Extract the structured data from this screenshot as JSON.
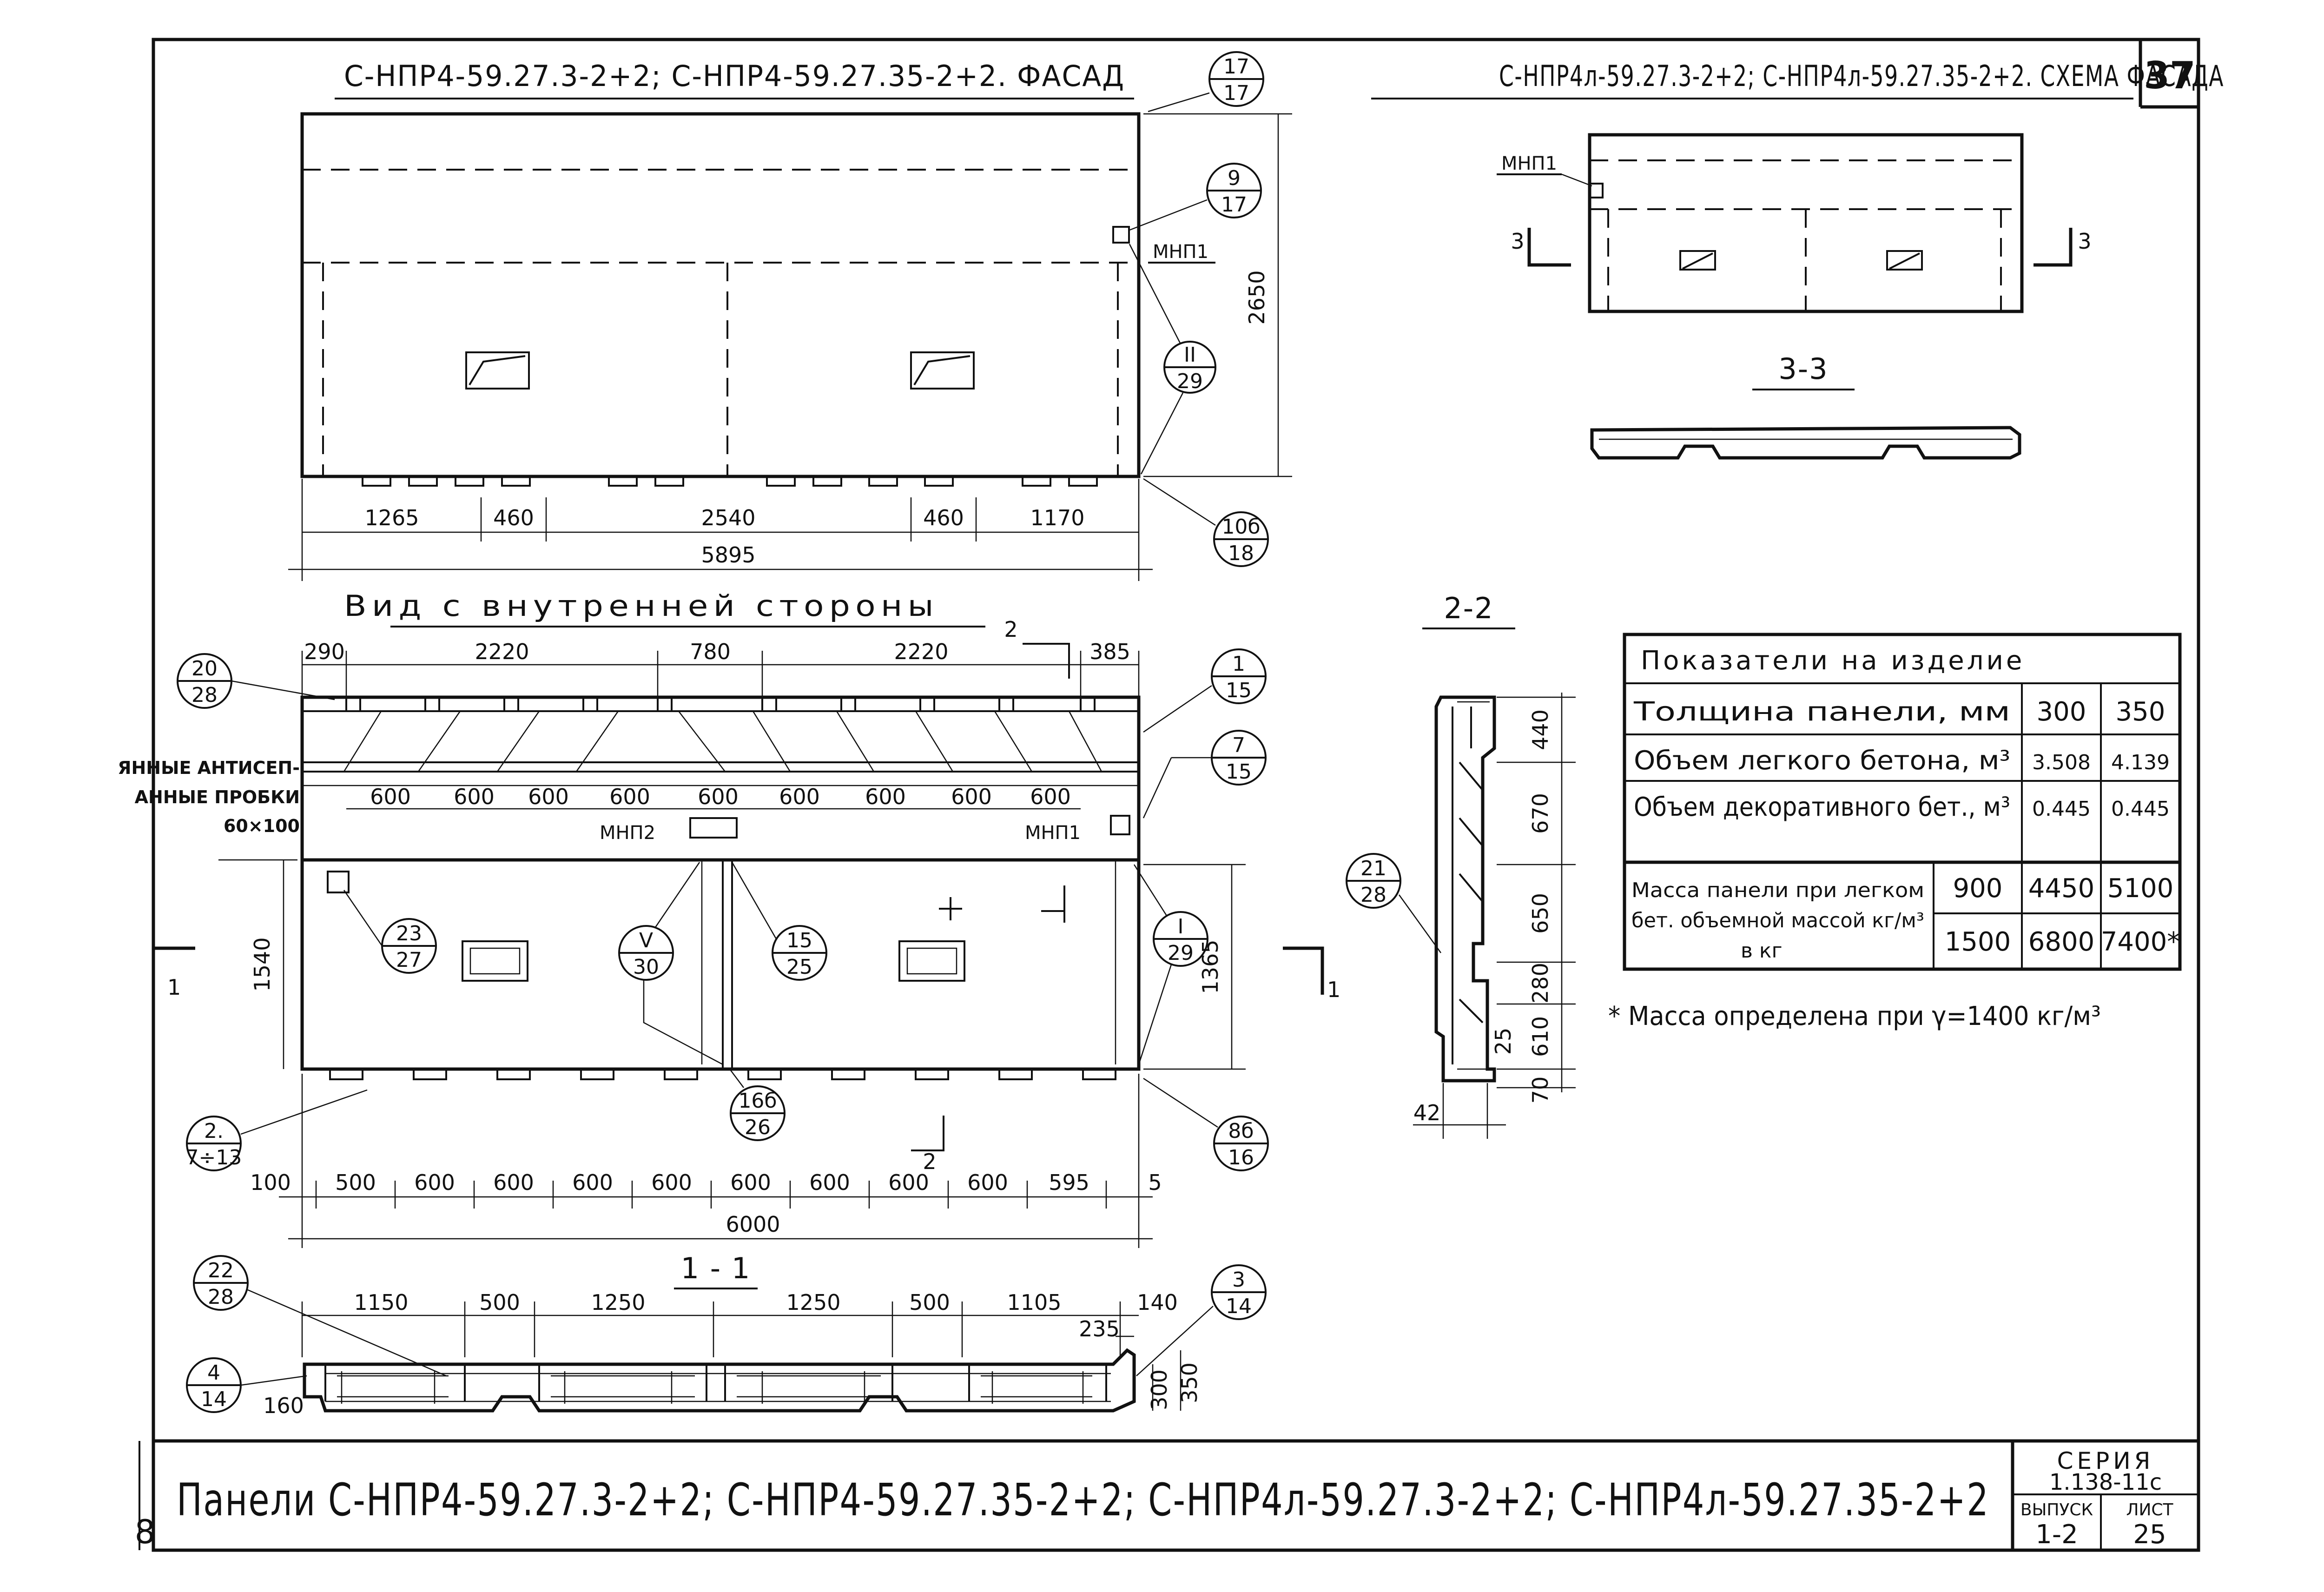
{
  "sheet": {
    "page_number": "37",
    "main_title": "Панели С-НПР4-59.27.3-2+2; С-НПР4-59.27.35-2+2; С-НПР4л-59.27.3-2+2; С-НПР4л-59.27.35-2+2",
    "series_label": "СЕРИЯ",
    "series_value": "1.138-11с",
    "issue_label": "ВЫПУСК",
    "issue_value": "1-2",
    "list_label": "ЛИСТ",
    "list_value": "25",
    "side_mark": "8"
  },
  "facade": {
    "title": "С-НПР4-59.27.3-2+2; С-НПР4-59.27.35-2+2. ФАСАД",
    "height_dim": "2650",
    "bottom_dims": [
      "1265",
      "460",
      "2540",
      "460",
      "1170"
    ],
    "total_dim": "5895",
    "mnp1": "МНП1",
    "callouts": [
      {
        "top": "17",
        "bottom": "17"
      },
      {
        "top": "9",
        "bottom": "17"
      },
      {
        "top": "II",
        "bottom": "29"
      },
      {
        "top": "10б",
        "bottom": "18"
      }
    ]
  },
  "inner_view": {
    "title": "Вид с внутренней стороны",
    "top_dims": [
      "290",
      "2220",
      "780",
      "2220",
      "385"
    ],
    "pitch_dims": [
      "600",
      "600",
      "600",
      "600",
      "600",
      "600",
      "600",
      "600",
      "600"
    ],
    "left_note": [
      "ЯННЫЕ АНТИСЕП-",
      "АННЫЕ ПРОБКИ",
      "60×100"
    ],
    "mnp2": "МНП2",
    "mnp1": "МНП1",
    "height_dim_left": "1540",
    "height_dim_right": "1365",
    "bottom_dims": [
      "100",
      "500",
      "600",
      "600",
      "600",
      "600",
      "600",
      "600",
      "600",
      "600",
      "595",
      "5"
    ],
    "total_dim": "6000",
    "section_mark": "2",
    "section_1": "1",
    "callouts": [
      {
        "top": "20",
        "bottom": "28"
      },
      {
        "top": "1",
        "bottom": "15"
      },
      {
        "top": "7",
        "bottom": "15"
      },
      {
        "top": "23",
        "bottom": "27"
      },
      {
        "top": "V",
        "bottom": "30"
      },
      {
        "top": "15",
        "bottom": "25"
      },
      {
        "top": "I",
        "bottom": "29"
      },
      {
        "top": "2.",
        "bottom": "7÷13"
      },
      {
        "top": "16б",
        "bottom": "26"
      },
      {
        "top": "8б",
        "bottom": "16"
      }
    ]
  },
  "section_1_1": {
    "title": "1 - 1",
    "top_dims": [
      "1150",
      "500",
      "1250",
      "1250",
      "500",
      "1105"
    ],
    "dim_235": "235",
    "dim_140": "140",
    "dim_160": "160",
    "dim_300": "300",
    "dim_350": "350",
    "callouts": [
      {
        "top": "22",
        "bottom": "28"
      },
      {
        "top": "4",
        "bottom": "14"
      },
      {
        "top": "3",
        "bottom": "14"
      }
    ]
  },
  "scheme": {
    "title": "С-НПР4л-59.27.3-2+2; С-НПР4л-59.27.35-2+2. СХЕМА ФАСАДА",
    "mnp1": "МНП1",
    "section_mark": "3",
    "section_title": "3-3"
  },
  "section_2_2": {
    "title": "2-2",
    "dims": [
      "440",
      "670",
      "650",
      "280",
      "610",
      "70"
    ],
    "dim_25": "25",
    "dim_42": "42",
    "callout": {
      "top": "21",
      "bottom": "28"
    }
  },
  "table": {
    "title": "Показатели на изделие",
    "rows": [
      {
        "label": "Толщина панели, мм",
        "v300": "300",
        "v350": "350"
      },
      {
        "label": "Объем легкого бетона, м³",
        "v300": "3.508",
        "v350": "4.139"
      },
      {
        "label": "Объем декоративного бет., м³",
        "v300": "0.445",
        "v350": "0.445"
      }
    ],
    "mass_label": [
      "Масса панели при легком",
      "бет. объемной массой кг/м³",
      "в кг"
    ],
    "mass_rows": [
      {
        "density": "900",
        "v300": "4450",
        "v350": "5100"
      },
      {
        "density": "1500",
        "v300": "6800",
        "v350": "7400*"
      }
    ],
    "footnote": "* Масса определена при γ=1400 кг/м³"
  }
}
